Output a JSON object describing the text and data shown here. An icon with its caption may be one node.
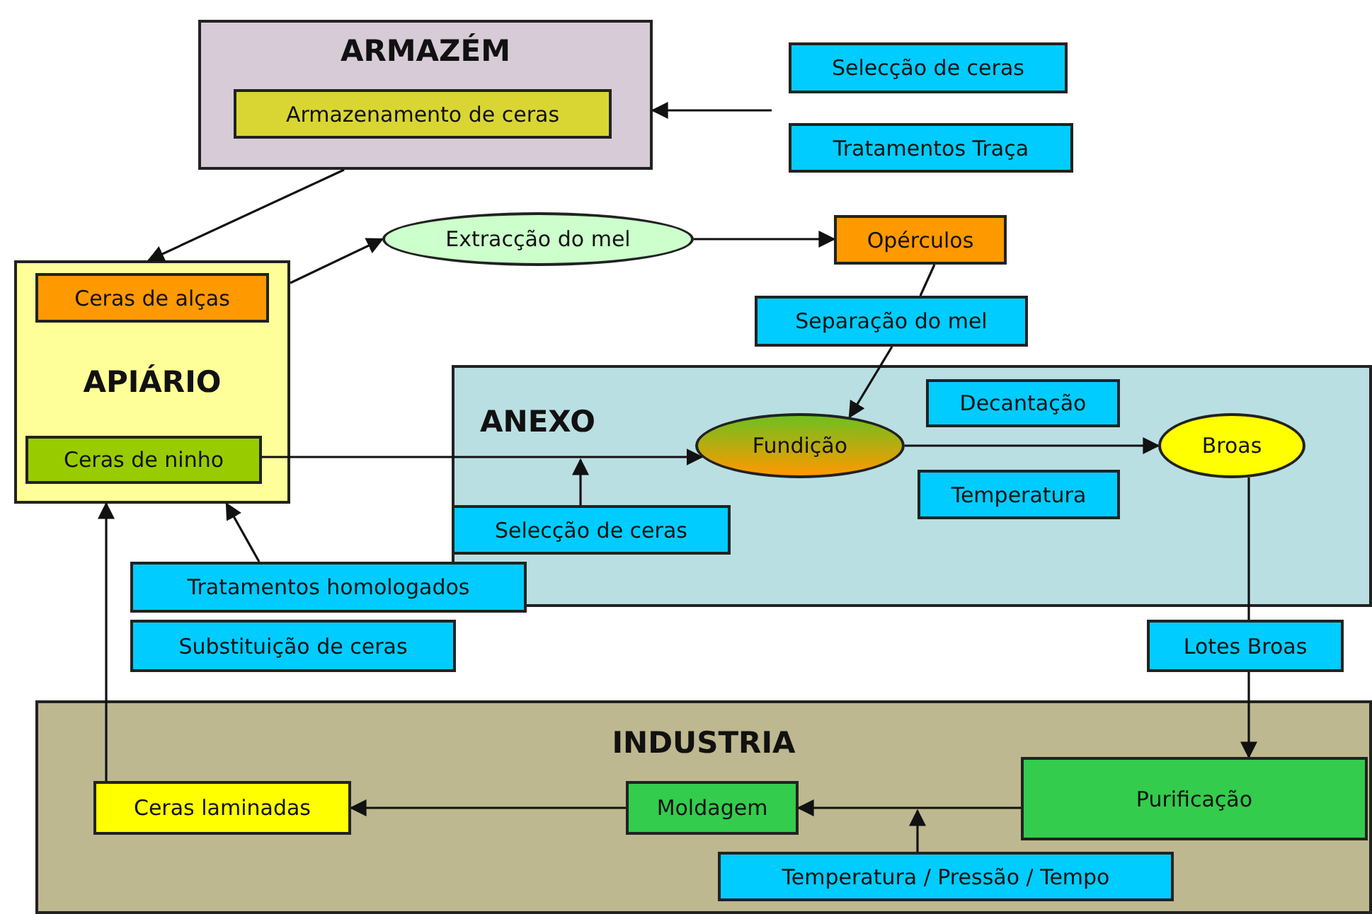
{
  "diagram": {
    "nodes": [
      {
        "text": [
          "ARMAZÉM"
        ]
      },
      {
        "text": [
          "Armazenamento de ceras"
        ],
        "in": 0
      },
      {
        "text": [
          "Selecção de ceras"
        ]
      },
      {
        "text": [
          "Tratamentos Traça"
        ]
      },
      {
        "text": [
          "APIÁRIO"
        ]
      },
      {
        "text": [
          "Ceras de alças"
        ],
        "in": 4
      },
      {
        "text": [
          "Ceras de ninho"
        ],
        "in": 4
      },
      {
        "text": [
          "Extracção do mel"
        ]
      },
      {
        "text": [
          "Opérculos"
        ]
      },
      {
        "text": [
          "Separação do mel"
        ]
      },
      {
        "text": [
          "ANEXO"
        ]
      },
      {
        "text": [
          "Fundição"
        ],
        "in": 10
      },
      {
        "text": [
          "Decantação"
        ],
        "in": 10
      },
      {
        "text": [
          "Broas"
        ],
        "in": 10
      },
      {
        "text": [
          "Temperatura"
        ],
        "in": 10
      },
      {
        "text": [
          "Selecção de ceras"
        ],
        "in": 10
      },
      {
        "text": [
          "Tratamentos homologados"
        ]
      },
      {
        "text": [
          "Substituição de ceras"
        ]
      },
      {
        "text": [
          "Lotes Broas"
        ]
      },
      {
        "text": [
          "INDUSTRIA"
        ]
      },
      {
        "text": [
          "Ceras laminadas"
        ],
        "in": 19
      },
      {
        "text": [
          "Moldagem"
        ],
        "in": 19
      },
      {
        "text": [
          "Purificação"
        ],
        "in": 19
      },
      {
        "text": [
          "Temperatura / Pressão / Tempo"
        ],
        "in": 19
      }
    ],
    "edges": [
      {
        "from": null,
        "to": 0,
        "arrow": "to"
      },
      {
        "from": 0,
        "to": 4,
        "arrow": "to"
      },
      {
        "from": 4,
        "to": 7,
        "arrow": "to"
      },
      {
        "from": 7,
        "to": 8,
        "arrow": "to"
      },
      {
        "from": 8,
        "to": 9,
        "arrow": "none"
      },
      {
        "from": 9,
        "to": 11,
        "arrow": "to"
      },
      {
        "from": 6,
        "to": 11,
        "arrow": "to"
      },
      {
        "from": 15,
        "to": null,
        "arrow": "to"
      },
      {
        "from": 11,
        "to": 13,
        "arrow": "to"
      },
      {
        "from": 16,
        "to": 4,
        "arrow": "to"
      },
      {
        "from": 13,
        "to": 18,
        "arrow": "none"
      },
      {
        "from": 18,
        "to": 22,
        "arrow": "to"
      },
      {
        "from": 22,
        "to": 21,
        "arrow": "to"
      },
      {
        "from": 23,
        "to": null,
        "arrow": "to"
      },
      {
        "from": 21,
        "to": 20,
        "arrow": "to"
      },
      {
        "from": 20,
        "to": 4,
        "arrow": "to"
      }
    ]
  }
}
